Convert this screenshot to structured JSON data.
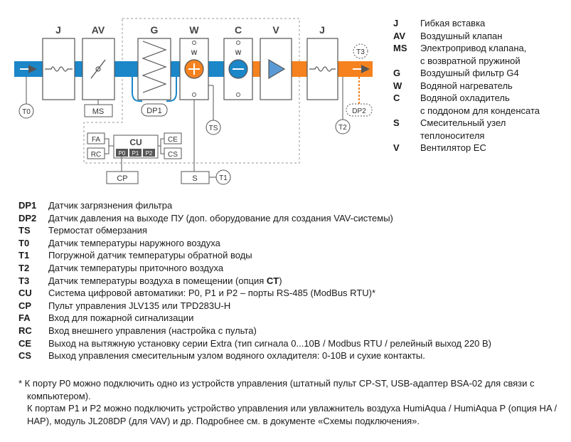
{
  "diagram": {
    "top_labels": [
      "J",
      "AV",
      "G",
      "W",
      "C",
      "V",
      "J"
    ],
    "sensor_labels": {
      "t0": "T0",
      "t1": "T1",
      "t2": "T2",
      "t3": "T3",
      "dp1": "DP1",
      "dp2": "DP2",
      "ts": "TS"
    },
    "box_labels": {
      "ms": "MS",
      "s": "S",
      "cp": "CP"
    },
    "cu": {
      "title": "CU",
      "ports": [
        "P0",
        "P1",
        "P2"
      ],
      "fa": "FA",
      "rc": "RC",
      "ce": "CE",
      "cs": "CS"
    },
    "coil_w": "W",
    "colors": {
      "blue": "#1b86c8",
      "orange": "#f5821f",
      "gray": "#7a7a7a",
      "dark": "#333333"
    }
  },
  "right_legend": [
    {
      "key": "J",
      "text": "Гибкая вставка"
    },
    {
      "key": "AV",
      "text": "Воздушный клапан"
    },
    {
      "key": "MS",
      "text": "Электропривод клапана,\nс возвратной пружиной"
    },
    {
      "key": "G",
      "text": "Воздушный фильтр G4"
    },
    {
      "key": "W",
      "text": "Водяной нагреватель"
    },
    {
      "key": "C",
      "text": "Водяной охладитель\nс поддоном для конденсата"
    },
    {
      "key": "S",
      "text": "Смесительный узел\nтеплоносителя"
    },
    {
      "key": "V",
      "text": "Вентилятор EC"
    }
  ],
  "bottom_legend": [
    {
      "key": "DP1",
      "text": "Датчик загрязнения фильтра"
    },
    {
      "key": "DP2",
      "text": "Датчик давления на выходе ПУ (доп. оборудование для создания VAV-системы)"
    },
    {
      "key": "TS",
      "text": "Термостат обмерзания"
    },
    {
      "key": "T0",
      "text": "Датчик температуры наружного воздуха"
    },
    {
      "key": "T1",
      "text": "Погружной датчик температуры обратной воды"
    },
    {
      "key": "T2",
      "text": "Датчик температуры приточного воздуха"
    },
    {
      "key": "T3",
      "text": "Датчик температуры воздуха в помещении (опция ",
      "bold": "CT",
      "after": ")"
    },
    {
      "key": "CU",
      "text": "Система цифровой автоматики: P0, P1 и P2 – порты RS-485 (ModBus RTU)*"
    },
    {
      "key": "CP",
      "text": "Пульт управления JLV135 или TPD283U-H"
    },
    {
      "key": "FA",
      "text": "Вход для пожарной сигнализации"
    },
    {
      "key": "RC",
      "text": "Вход внешнего управления (настройка с пульта)"
    },
    {
      "key": "CE",
      "text": "Выход на вытяжную установку серии Extra (тип сигнала 0...10В / Modbus RTU / релейный выход 220 В)"
    },
    {
      "key": "CS",
      "text": "Выход управления смесительным узлом водяного охладителя: 0-10В и сухие контакты."
    }
  ],
  "note": {
    "p1": "* К порту P0 можно подключить одно из устройств управления (штатный пульт CP-ST, USB-адаптер BSA-02 для связи с компьютером).",
    "p2": "К портам P1 и P2 можно подключить устройство управления или увлажнитель воздуха HumiAqua /  HumiAqua P (опция HA / HAP), модуль JL208DP (для VAV) и др. Подробнее см. в документе «Схемы подключения»."
  }
}
